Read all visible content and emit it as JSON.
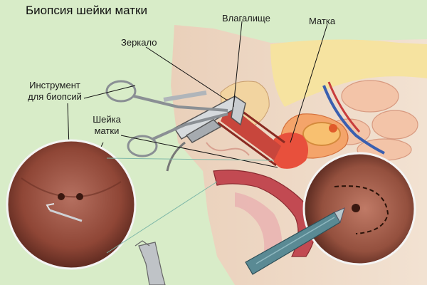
{
  "title": "Биопсия шейки матки",
  "labels": {
    "mirror": "Зеркало",
    "vagina": "Влагалище",
    "uterus": "Матка",
    "instrument_line1": "Инструмент",
    "instrument_line2": "для биопсий",
    "cervix_line1": "Шейка",
    "cervix_line2": "матки"
  },
  "colors": {
    "background": "#d8ecc8",
    "skin": "#efdcc8",
    "tissue_red": "#c8463c",
    "uterus_orange": "#f08a4a",
    "circle_view": "#7a3a2c"
  }
}
